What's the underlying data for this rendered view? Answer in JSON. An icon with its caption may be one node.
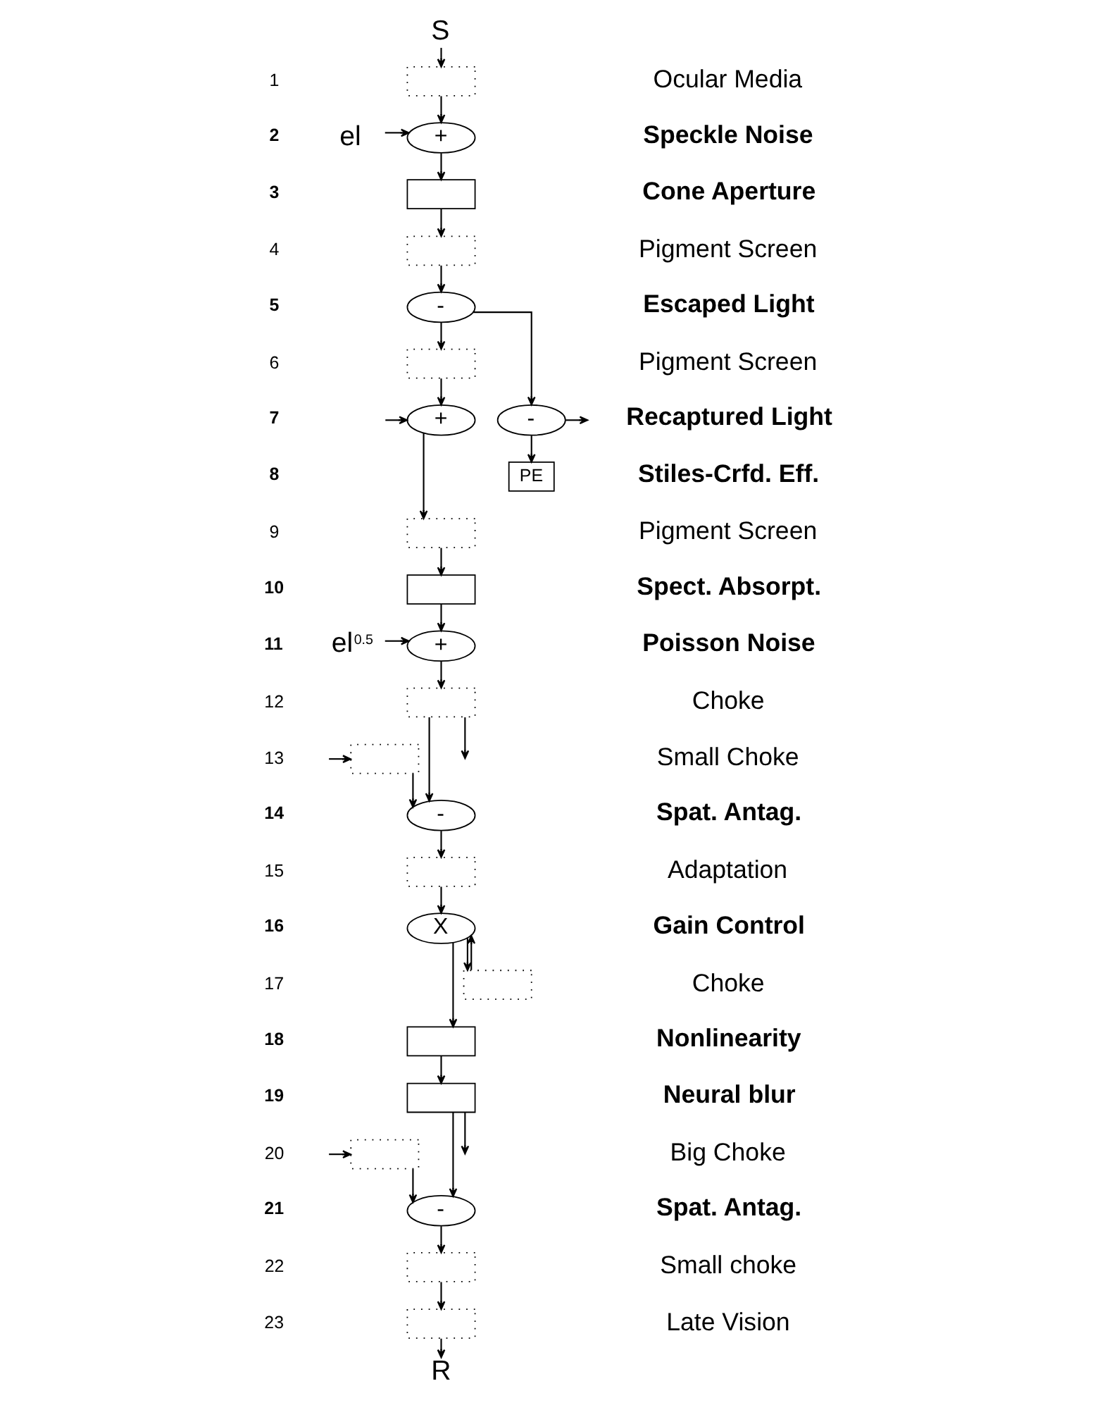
{
  "diagram": {
    "nodes": [
      {
        "text": [
          "S"
        ]
      },
      {
        "text": [],
        "shape": "box"
      },
      {
        "text": [
          "el"
        ]
      },
      {
        "text": [
          "+"
        ]
      },
      {
        "text": [],
        "shape": "box"
      },
      {
        "text": [],
        "shape": "box"
      },
      {
        "text": [
          "-"
        ]
      },
      {
        "text": [],
        "shape": "box"
      },
      {
        "text": [
          "+"
        ]
      },
      {
        "text": [
          "-"
        ]
      },
      {
        "text": [
          "PE"
        ]
      },
      {
        "text": [],
        "shape": "box"
      },
      {
        "text": [],
        "shape": "box"
      },
      {
        "text": [
          "el$^{0.5}$"
        ]
      },
      {
        "text": [
          "+"
        ]
      },
      {
        "text": [],
        "shape": "box"
      },
      {
        "text": [],
        "shape": "box"
      },
      {
        "text": [
          "-"
        ]
      },
      {
        "text": [],
        "shape": "box"
      },
      {
        "text": [
          "X"
        ]
      },
      {
        "text": [],
        "shape": "box"
      },
      {
        "text": [],
        "shape": "box"
      },
      {
        "text": [],
        "shape": "box"
      },
      {
        "text": [],
        "shape": "box"
      },
      {
        "text": [
          "-"
        ]
      },
      {
        "text": [],
        "shape": "box"
      },
      {
        "text": [],
        "shape": "box"
      },
      {
        "text": [
          "R"
        ]
      }
    ],
    "edges": [
      {
        "from": 0,
        "to": 1,
        "arrow": "to"
      },
      {
        "from": 1,
        "to": 3,
        "arrow": "to"
      },
      {
        "from": 2,
        "to": 3,
        "arrow": "to"
      },
      {
        "from": 3,
        "to": 4,
        "arrow": "to"
      },
      {
        "from": 4,
        "to": 5,
        "arrow": "to"
      },
      {
        "from": 5,
        "to": 6,
        "arrow": "to"
      },
      {
        "from": 6,
        "to": 7,
        "arrow": "to"
      },
      {
        "from": 6,
        "to": 9,
        "arrow": "to"
      },
      {
        "from": 7,
        "to": 8,
        "arrow": "to"
      },
      {
        "from": null,
        "to": 8,
        "arrow": "to"
      },
      {
        "from": 9,
        "to": null,
        "arrow": "to"
      },
      {
        "from": 9,
        "to": 10,
        "arrow": "to"
      },
      {
        "from": 8,
        "to": 11,
        "arrow": "to"
      },
      {
        "from": 11,
        "to": 12,
        "arrow": "to"
      },
      {
        "from": 12,
        "to": 14,
        "arrow": "to"
      },
      {
        "from": 13,
        "to": 14,
        "arrow": "to"
      },
      {
        "from": 14,
        "to": 15,
        "arrow": "to"
      },
      {
        "from": 15,
        "to": 17,
        "arrow": "to"
      },
      {
        "from": 15,
        "to": null,
        "arrow": "to"
      },
      {
        "from": null,
        "to": 16,
        "arrow": "to"
      },
      {
        "from": 16,
        "to": 17,
        "arrow": "to"
      },
      {
        "from": 17,
        "to": 18,
        "arrow": "to"
      },
      {
        "from": 18,
        "to": 19,
        "arrow": "to"
      },
      {
        "from": 19,
        "to": 21,
        "arrow": "to"
      },
      {
        "from": 19,
        "to": 20,
        "arrow": "to"
      },
      {
        "from": 20,
        "to": 19,
        "arrow": "to"
      },
      {
        "from": 21,
        "to": 22,
        "arrow": "to"
      },
      {
        "from": 22,
        "to": 24,
        "arrow": "to"
      },
      {
        "from": 22,
        "to": null,
        "arrow": "to"
      },
      {
        "from": null,
        "to": 23,
        "arrow": "to"
      },
      {
        "from": 23,
        "to": 24,
        "arrow": "to"
      },
      {
        "from": 24,
        "to": 25,
        "arrow": "to"
      },
      {
        "from": 25,
        "to": 26,
        "arrow": "to"
      },
      {
        "from": 26,
        "to": 27,
        "arrow": "to"
      }
    ],
    "labels": [
      "1",
      "Ocular Media",
      "2",
      "Speckle Noise",
      "3",
      "Cone Aperture",
      "4",
      "Pigment Screen",
      "5",
      "Escaped Light",
      "6",
      "Pigment Screen",
      "7",
      "Recaptured Light",
      "8",
      "Stiles-Crfd. Eff.",
      "9",
      "Pigment Screen",
      "10",
      "Spect. Absorpt.",
      "11",
      "Poisson Noise",
      "12",
      "Choke",
      "13",
      "Small Choke",
      "14",
      "Spat. Antag.",
      "15",
      "Adaptation",
      "16",
      "Gain Control",
      "17",
      "Choke",
      "18",
      "Nonlinearity",
      "19",
      "Neural blur",
      "20",
      "Big Choke",
      "21",
      "Spat. Antag.",
      "22",
      "Small choke",
      "23",
      "Late Vision"
    ]
  }
}
